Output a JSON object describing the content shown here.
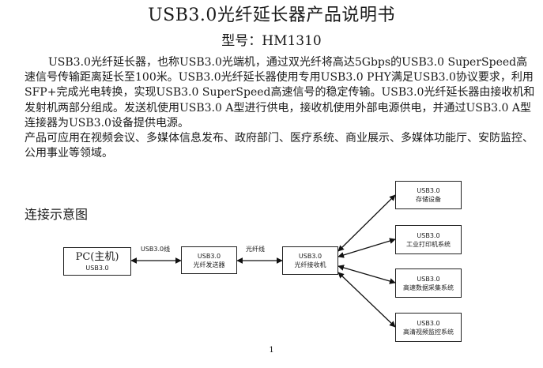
{
  "doc": {
    "title": "USB3.0光纤延长器产品说明书",
    "model": "型号：HM1310",
    "paragraphs": [
      "USB3.0光纤延长器，也称USB3.0光端机，通过双光纤将高达5Gbps的USB3.0 SuperSpeed高速信号传输距离延长至100米。USB3.0光纤延长器使用专用USB3.0 PHY满足USB3.0协议要求，利用SFP+完成光电转换，实现USB3.0 SuperSpeed高速信号的稳定传输。USB3.0光纤延长器由接收机和发射机两部分组成。发送机使用USB3.0 A型进行供电，接收机使用外部电源供电，并通过USB3.0 A型连接器为USB3.0设备提供电源。",
      "产品可应用在视频会议、多媒体信息发布、政府部门、医疗系统、商业展示、多媒体功能厅、安防监控、公用事业等领域。"
    ],
    "diagram_title": "连接示意图",
    "page_number": "1"
  },
  "diagram": {
    "pc": {
      "line1": "PC(主机)",
      "line2": "USB3.0"
    },
    "sender": {
      "line1": "USB3.0",
      "line2": "光纤发送器"
    },
    "receiver": {
      "line1": "USB3.0",
      "line2": "光纤接收机"
    },
    "link_usb": "USB3.0线",
    "link_fiber": "光纤线",
    "devices": [
      {
        "line1": "USB3.0",
        "line2": "存储设备"
      },
      {
        "line1": "USB3.0",
        "line2": "工业打印机系统"
      },
      {
        "line1": "USB3.0",
        "line2": "高速数据采集系统"
      },
      {
        "line1": "USB3.0",
        "line2": "高清视频监控系统"
      }
    ]
  }
}
